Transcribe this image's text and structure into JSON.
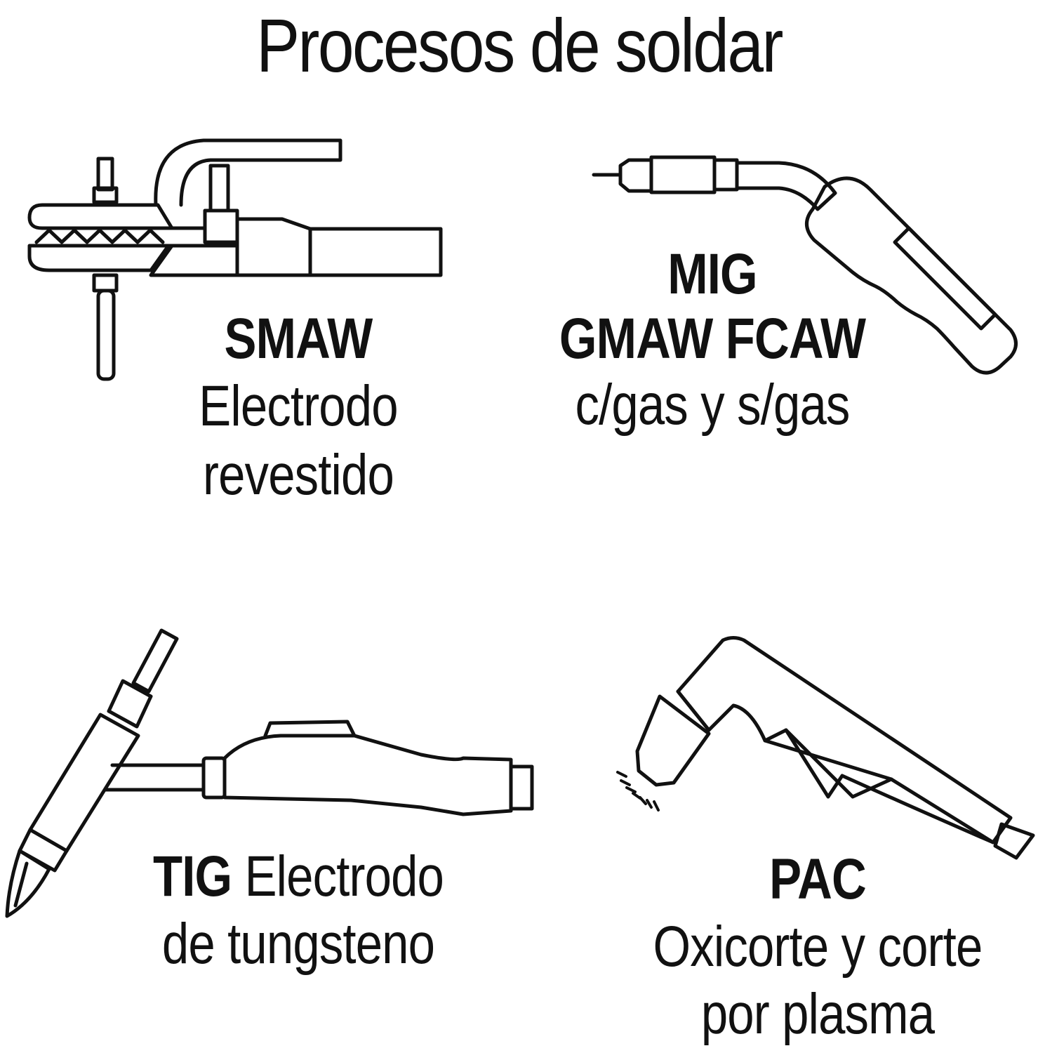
{
  "title": "Procesos de soldar",
  "processes": [
    {
      "icon": "smaw-electrode-holder-icon",
      "code": "SMAW",
      "lines": [
        "Electrodo",
        "revestido"
      ]
    },
    {
      "icon": "mig-welding-gun-icon",
      "code_lines": [
        "MIG",
        "GMAW FCAW"
      ],
      "lines": [
        "c/gas y s/gas"
      ]
    },
    {
      "icon": "tig-torch-icon",
      "code": "TIG",
      "first_line_rest": "Electrodo",
      "lines": [
        "de tungsteno"
      ]
    },
    {
      "icon": "plasma-cutter-torch-icon",
      "code": "PAC",
      "lines": [
        "Oxicorte y corte",
        "por plasma"
      ]
    }
  ],
  "colors": {
    "ink": "#111111",
    "background": "#ffffff"
  }
}
